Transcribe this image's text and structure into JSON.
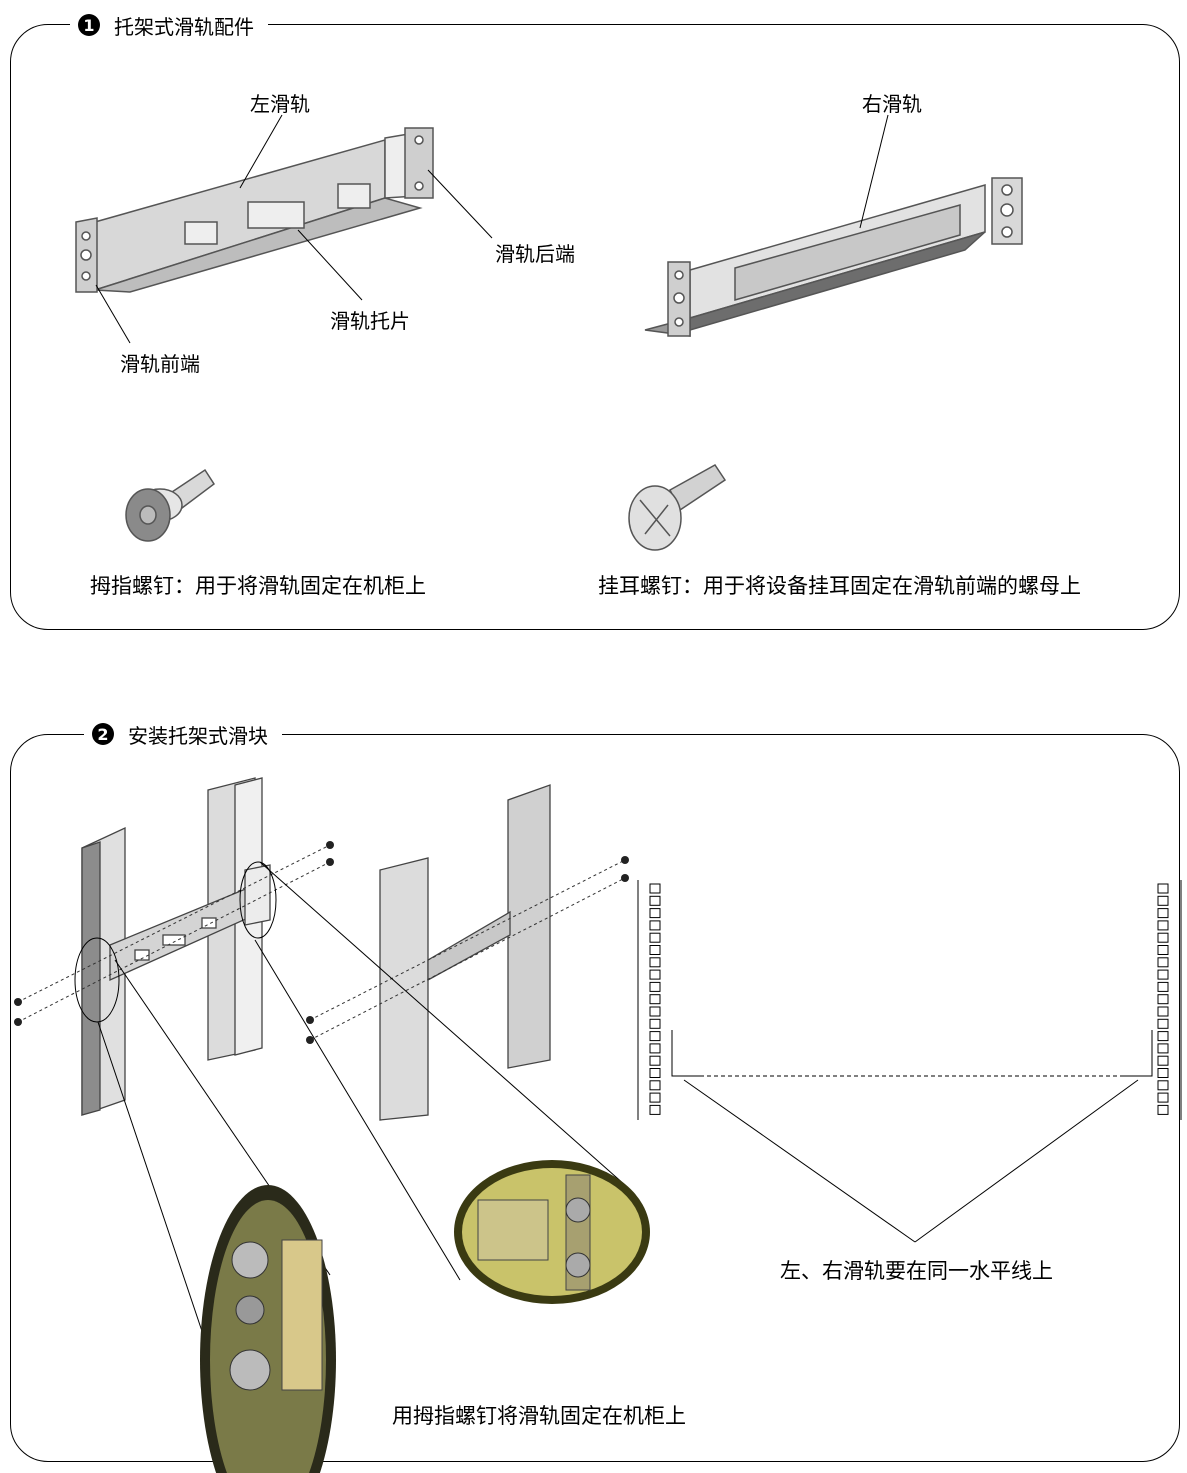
{
  "section1": {
    "number": "1",
    "title": "托架式滑轨配件",
    "labels": {
      "left_rail": "左滑轨",
      "rail_rear": "滑轨后端",
      "rail_tray": "滑轨托片",
      "rail_front": "滑轨前端",
      "right_rail": "右滑轨"
    },
    "captions": {
      "thumb_screw": "拇指螺钉：用于将滑轨固定在机柜上",
      "ear_screw": "挂耳螺钉：用于将设备挂耳固定在滑轨前端的螺母上"
    }
  },
  "section2": {
    "number": "2",
    "title": "安装托架式滑块",
    "captions": {
      "level": "左、右滑轨要在同一水平线上",
      "fix": "用拇指螺钉将滑轨固定在机柜上"
    }
  }
}
